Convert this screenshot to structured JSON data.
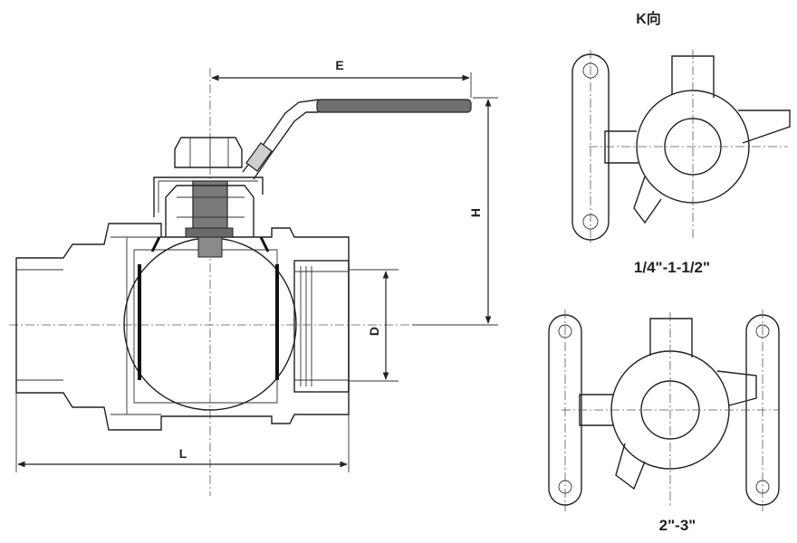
{
  "labels": {
    "dim_e": "E",
    "dim_h": "H",
    "dim_d": "D",
    "dim_l": "L",
    "view_title": "K向",
    "size_small": "1/4\"-1-1/2\"",
    "size_large": "2\"-3\""
  }
}
